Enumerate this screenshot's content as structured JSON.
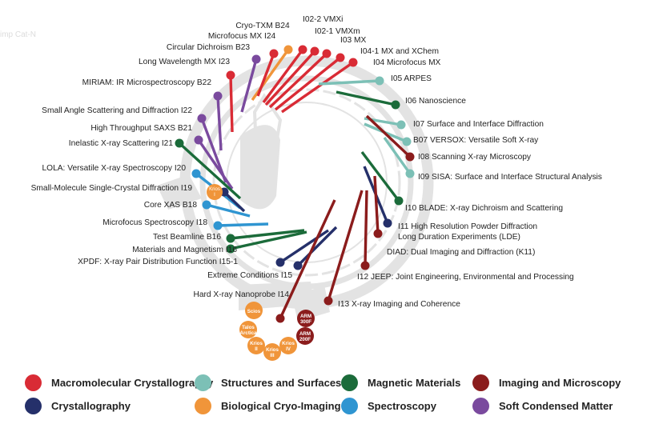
{
  "colors": {
    "macromolecular": "#d92b35",
    "crystallography": "#25306a",
    "structures": "#7cc0b6",
    "bio_cryo": "#f0953a",
    "magnetic": "#1b6b3a",
    "spectroscopy": "#2f95d1",
    "imaging": "#8b1c1c",
    "soft": "#7a4a9e",
    "ring": "#e3e3e3"
  },
  "faint_text": "imp Cat-N",
  "beamlines": [
    {
      "label": "Cryo-TXM B24",
      "group": "bio_cryo"
    },
    {
      "label": "Microfocus MX I24",
      "group": "macromolecular"
    },
    {
      "label": "Circular Dichroism B23",
      "group": "soft"
    },
    {
      "label": "Long Wavelength MX I23",
      "group": "macromolecular"
    },
    {
      "label": "MIRIAM: IR Microspectroscopy B22",
      "group": "soft"
    },
    {
      "label": "Small Angle Scattering and  Diffraction I22",
      "group": "soft"
    },
    {
      "label": "High Throughput SAXS B21",
      "group": "soft"
    },
    {
      "label": "Inelastic X-ray Scattering I21",
      "group": "magnetic"
    },
    {
      "label": "LOLA: Versatile X-ray Spectroscopy I20",
      "group": "spectroscopy"
    },
    {
      "label": "Small-Molecule Single-Crystal Diffraction I19",
      "group": "crystallography"
    },
    {
      "label": "Core XAS B18",
      "group": "spectroscopy"
    },
    {
      "label": "Microfocus Spectroscopy I18",
      "group": "spectroscopy"
    },
    {
      "label": "Test Beamline B16",
      "group": "magnetic"
    },
    {
      "label": "Materials and Magnetism I16",
      "group": "magnetic"
    },
    {
      "label": "XPDF: X-ray Pair Distribution Function I15-1",
      "group": "crystallography"
    },
    {
      "label": "Extreme Conditions I15",
      "group": "crystallography"
    },
    {
      "label": "Hard X-ray Nanoprobe I14",
      "group": "imaging"
    },
    {
      "label": "I02-2 VMXi",
      "group": "macromolecular"
    },
    {
      "label": "I02-1 VMXm",
      "group": "macromolecular"
    },
    {
      "label": "I03 MX",
      "group": "macromolecular"
    },
    {
      "label": "I04-1 MX and XChem",
      "group": "macromolecular"
    },
    {
      "label": "I04 Microfocus MX",
      "group": "macromolecular"
    },
    {
      "label": "I05 ARPES",
      "group": "structures"
    },
    {
      "label": "I06 Nanoscience",
      "group": "magnetic"
    },
    {
      "label": "I07 Surface and Interface Diffraction",
      "group": "structures"
    },
    {
      "label": "B07 VERSOX: Versatile Soft X-ray",
      "group": "structures"
    },
    {
      "label": "I08 Scanning X-ray Microscopy",
      "group": "imaging"
    },
    {
      "label": "I09 SISA: Surface and Interface Structural Analysis",
      "group": "structures"
    },
    {
      "label": "I10 BLADE: X-ray Dichroism and Scattering",
      "group": "magnetic"
    },
    {
      "label": "I11 High Resolution Powder Diffraction",
      "label2": "Long Duration Experiments (LDE)",
      "group": "crystallography"
    },
    {
      "label": "DIAD: Dual Imaging and Diffraction (K11)",
      "group": "imaging"
    },
    {
      "label": "I12 JEEP: Joint Engineering, Environmental and Processing",
      "group": "imaging"
    },
    {
      "label": "I13 X-ray Imaging and Coherence",
      "group": "imaging"
    }
  ],
  "krios_small": "Krios I",
  "microscopes": [
    {
      "label": "Scios",
      "group": "bio_cryo"
    },
    {
      "label": "Talos Arctica",
      "group": "bio_cryo"
    },
    {
      "label": "Krios II",
      "group": "bio_cryo"
    },
    {
      "label": "Krios III",
      "group": "bio_cryo"
    },
    {
      "label": "Krios IV",
      "group": "bio_cryo"
    },
    {
      "label": "ARM 300F",
      "group": "imaging"
    },
    {
      "label": "ARM 200F",
      "group": "imaging"
    }
  ],
  "legend": [
    {
      "label": "Macromolecular Crystallography",
      "group": "macromolecular"
    },
    {
      "label": "Structures and Surfaces",
      "group": "structures"
    },
    {
      "label": "Magnetic Materials",
      "group": "magnetic"
    },
    {
      "label": "Imaging and Microscopy",
      "group": "imaging"
    },
    {
      "label": "Crystallography",
      "group": "crystallography"
    },
    {
      "label": "Biological Cryo-Imaging",
      "group": "bio_cryo"
    },
    {
      "label": "Spectroscopy",
      "group": "spectroscopy"
    },
    {
      "label": "Soft Condensed Matter",
      "group": "soft"
    }
  ]
}
